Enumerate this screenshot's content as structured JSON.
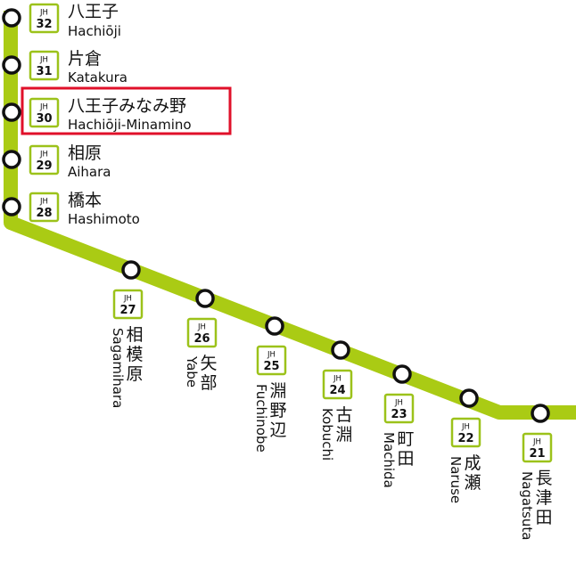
{
  "colors": {
    "line": "#aacb14",
    "badge_border": "#9cc21a",
    "station_stroke": "#111111",
    "highlight": "#e0102a"
  },
  "highlighted_station": "JH30",
  "stations": [
    {
      "line": "JH",
      "number": "32",
      "name_ja": "八王子",
      "name_en": "Hachiōji"
    },
    {
      "line": "JH",
      "number": "31",
      "name_ja": "片倉",
      "name_en": "Katakura"
    },
    {
      "line": "JH",
      "number": "30",
      "name_ja": "八王子みなみ野",
      "name_en": "Hachiōji-Minamino"
    },
    {
      "line": "JH",
      "number": "29",
      "name_ja": "相原",
      "name_en": "Aihara"
    },
    {
      "line": "JH",
      "number": "28",
      "name_ja": "橋本",
      "name_en": "Hashimoto"
    },
    {
      "line": "JH",
      "number": "27",
      "name_ja": "相模原",
      "name_en": "Sagamihara"
    },
    {
      "line": "JH",
      "number": "26",
      "name_ja": "矢部",
      "name_en": "Yabe"
    },
    {
      "line": "JH",
      "number": "25",
      "name_ja": "淵野辺",
      "name_en": "Fuchinobe"
    },
    {
      "line": "JH",
      "number": "24",
      "name_ja": "古淵",
      "name_en": "Kobuchi"
    },
    {
      "line": "JH",
      "number": "23",
      "name_ja": "町田",
      "name_en": "Machida"
    },
    {
      "line": "JH",
      "number": "22",
      "name_ja": "成瀬",
      "name_en": "Naruse"
    },
    {
      "line": "JH",
      "number": "21",
      "name_ja": "長津田",
      "name_en": "Nagatsuta"
    }
  ]
}
